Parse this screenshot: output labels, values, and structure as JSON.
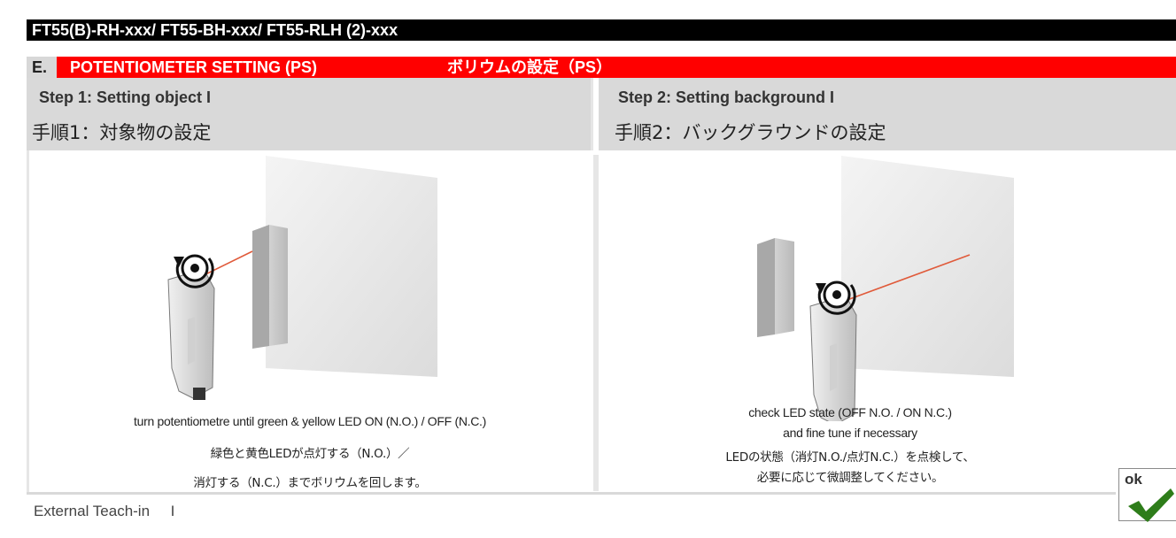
{
  "header": {
    "model_line": "FT55(B)-RH-xxx/ FT55-BH-xxx/ FT55-RLH (2)-xxx",
    "section_letter": "E.",
    "section_title_en": "POTENTIOMETER SETTING (PS)",
    "section_title_jp": "ボリウムの設定（PS）"
  },
  "steps": [
    {
      "title_en": "Step 1: Setting object I",
      "title_jp": "手順1：対象物の設定",
      "caption_en": "turn potentiometre until green & yellow LED  ON (N.O.) / OFF (N.C.)",
      "caption_jp_1": "緑色と黄色LEDが点灯する（N.O.）／",
      "caption_jp_2": "消灯する（N.C.）までボリウムを回します。"
    },
    {
      "title_en": "Step 2: Setting background I",
      "title_jp": "手順2：バックグラウンドの設定",
      "caption_en_1": "check LED state (OFF N.O. / ON N.C.)",
      "caption_en_2": "and fine tune if necessary",
      "caption_jp_1": "LEDの状態（消灯N.O./点灯N.C.）を点検して、",
      "caption_jp_2": "必要に応じて微調整してください。"
    }
  ],
  "footer": {
    "teach_text": "External Teach-in     I"
  },
  "badge": {
    "label": "ok",
    "check_color": "#2e7d1a"
  },
  "colors": {
    "top_bar": "#000000",
    "section_bar": "#ff0000",
    "header_gray": "#d9d9d9",
    "laser_red": "#e05a3a"
  }
}
